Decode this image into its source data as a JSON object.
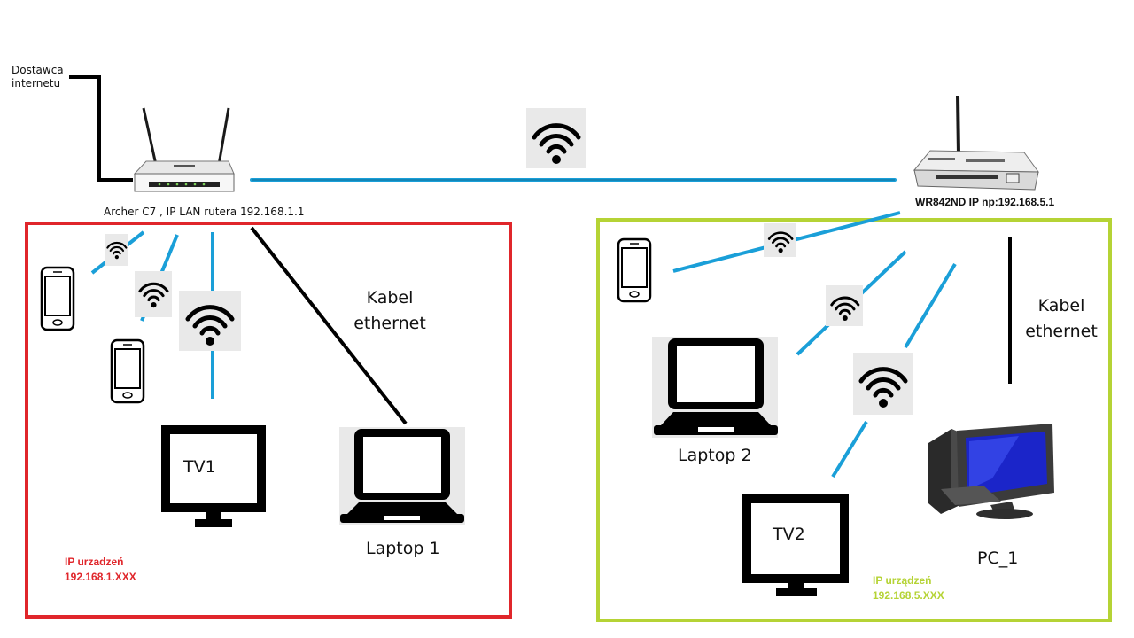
{
  "internet": {
    "label_line1": "Dostawca",
    "label_line2": "internetu"
  },
  "router_main": {
    "label": "Archer C7 , IP LAN rutera 192.168.1.1",
    "icon": "wifi-router-icon"
  },
  "router_second": {
    "label": "WR842ND IP np:192.168.5.1",
    "icon": "wifi-router-icon"
  },
  "zone_left": {
    "border_color": "#e0262b",
    "ip_label": "IP urzadzeń",
    "ip_range": "192.168.1.XXX",
    "cable_label_line1": "Kabel",
    "cable_label_line2": "ethernet",
    "tv": "TV1",
    "laptop": "Laptop 1"
  },
  "zone_right": {
    "border_color": "#b5d335",
    "ip_label": "IP urządzeń",
    "ip_range": "192.168.5.XXX",
    "cable_label_line1": "Kabel",
    "cable_label_line2": "ethernet",
    "tv": "TV2",
    "laptop": "Laptop 2",
    "pc": "PC_1"
  },
  "colors": {
    "wireless_link": "#1a9fd8",
    "cable": "#000000",
    "icon_bg": "#e9e9e9"
  }
}
